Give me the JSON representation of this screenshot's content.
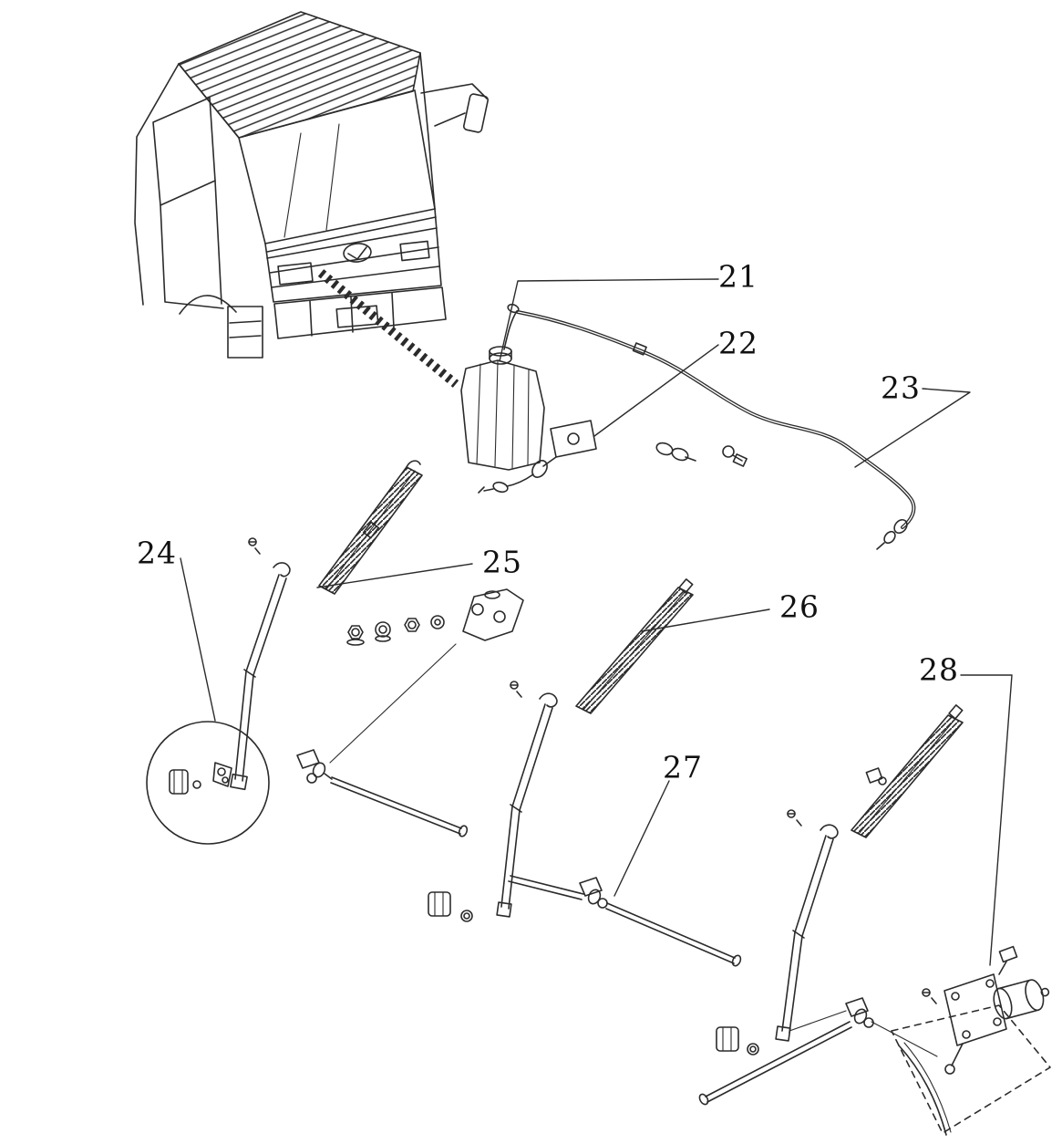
{
  "diagram": {
    "type": "exploded-parts-diagram",
    "subject": "truck-cab-windshield-wiper-washer-system",
    "colors": {
      "line": "#2b2b2b",
      "background": "#ffffff",
      "label_text": "#111111"
    },
    "callouts": [
      {
        "id": "21",
        "label": "21",
        "part": "washer-fluid-reservoir"
      },
      {
        "id": "22",
        "label": "22",
        "part": "washer-pump-bracket"
      },
      {
        "id": "23",
        "label": "23",
        "part": "washer-hose"
      },
      {
        "id": "24",
        "label": "24",
        "part": "wiper-arm-left"
      },
      {
        "id": "25",
        "label": "25",
        "part": "wiper-blade-left"
      },
      {
        "id": "26",
        "label": "26",
        "part": "wiper-blade-center"
      },
      {
        "id": "27",
        "label": "27",
        "part": "wiper-linkage-rod"
      },
      {
        "id": "28",
        "label": "28",
        "part": "wiper-motor-assembly"
      }
    ]
  }
}
